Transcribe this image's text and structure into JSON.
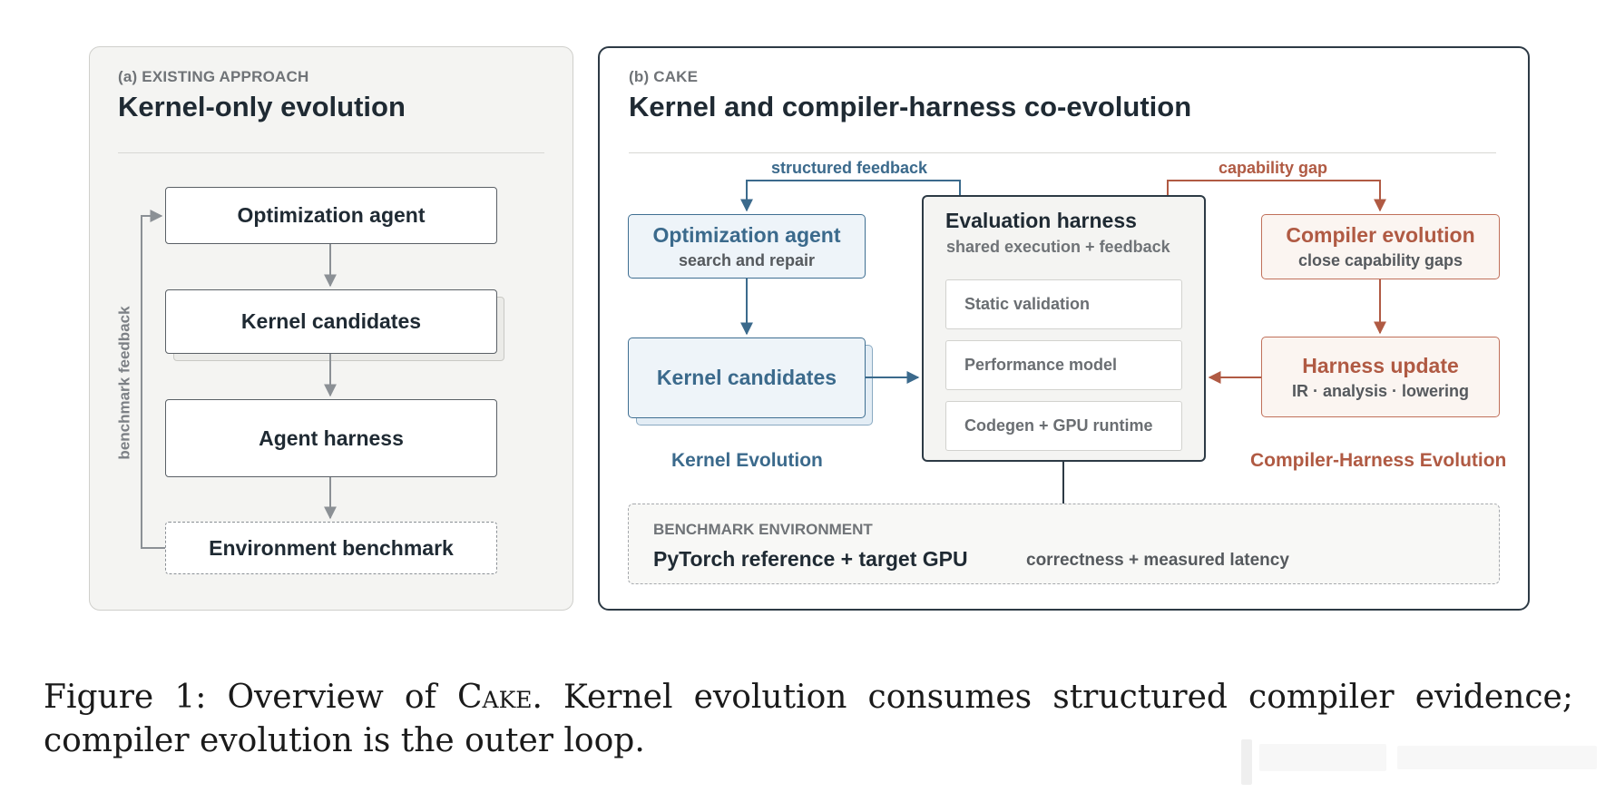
{
  "panel_a": {
    "eyebrow": "(a) EXISTING APPROACH",
    "title": "Kernel-only evolution",
    "boxes": {
      "optimization_agent": "Optimization agent",
      "kernel_candidates": "Kernel candidates",
      "agent_harness": "Agent harness",
      "environment_benchmark": "Environment benchmark"
    },
    "loop_label": "benchmark feedback"
  },
  "panel_b": {
    "eyebrow": "(b) CAKE",
    "title": "Kernel and compiler-harness co-evolution",
    "structured_feedback_label": "structured feedback",
    "capability_gap_label": "capability gap",
    "optimization_agent": {
      "title": "Optimization agent",
      "subtitle": "search and repair"
    },
    "kernel_candidates": "Kernel candidates",
    "kernel_evolution_label": "Kernel Evolution",
    "harness": {
      "title": "Evaluation harness",
      "subtitle": "shared execution + feedback",
      "items": [
        "Static validation",
        "Performance model",
        "Codegen + GPU runtime"
      ]
    },
    "compiler_evolution": {
      "title": "Compiler evolution",
      "subtitle": "close capability gaps"
    },
    "harness_update": {
      "title": "Harness update",
      "subtitle": "IR · analysis · lowering"
    },
    "compiler_harness_evolution_label": "Compiler-Harness Evolution",
    "benchmark_env": {
      "eyebrow": "BENCHMARK ENVIRONMENT",
      "main": "PyTorch reference + target GPU",
      "side": "correctness + measured latency"
    }
  },
  "caption": {
    "prefix": "Figure 1:  Overview of ",
    "name": "Cake",
    "suffix": ".  Kernel evolution consumes structured compiler evidence; compiler evolution is the outer loop."
  },
  "colors": {
    "blue": "#3b6a8c",
    "orange": "#b05a43",
    "dark": "#2d3a45",
    "gray": "#8b9095"
  }
}
